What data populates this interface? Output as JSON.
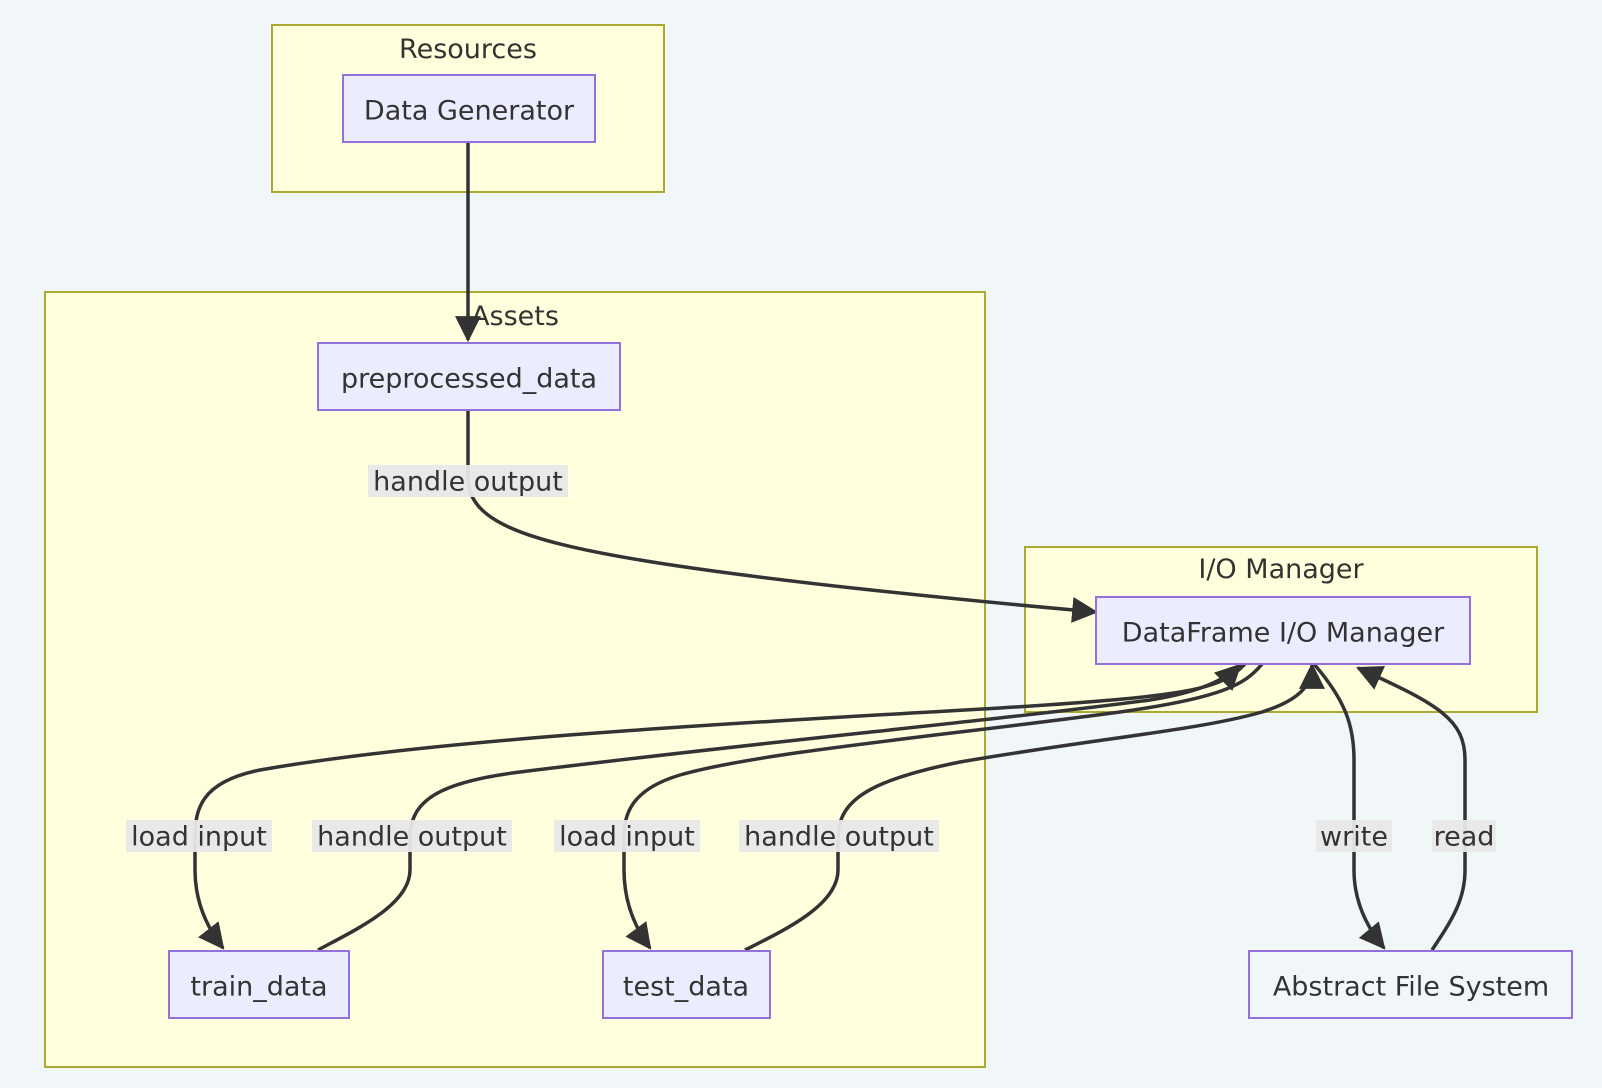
{
  "colors": {
    "background": "#f1f6f9",
    "cluster_fill": "#ffffde",
    "cluster_stroke": "#aaaa33",
    "node_fill": "#ececff",
    "node_stroke": "#9370db",
    "edge": "#333333",
    "edge_label_bg": "#e8e8e8"
  },
  "clusters": {
    "resources": {
      "title": "Resources"
    },
    "assets": {
      "title": "Assets"
    },
    "io_manager": {
      "title": "I/O Manager"
    }
  },
  "nodes": {
    "data_generator": {
      "label": "Data Generator"
    },
    "preprocessed_data": {
      "label": "preprocessed_data"
    },
    "train_data": {
      "label": "train_data"
    },
    "test_data": {
      "label": "test_data"
    },
    "dataframe_io_manager": {
      "label": "DataFrame I/O Manager"
    },
    "abstract_file_system": {
      "label": "Abstract File System"
    }
  },
  "edges": [
    {
      "from": "Data Generator",
      "to": "preprocessed_data",
      "label": ""
    },
    {
      "from": "preprocessed_data",
      "to": "DataFrame I/O Manager",
      "label": "handle output"
    },
    {
      "from": "DataFrame I/O Manager",
      "to": "train_data",
      "label": "load input"
    },
    {
      "from": "train_data",
      "to": "DataFrame I/O Manager",
      "label": "handle output"
    },
    {
      "from": "DataFrame I/O Manager",
      "to": "test_data",
      "label": "load input"
    },
    {
      "from": "test_data",
      "to": "DataFrame I/O Manager",
      "label": "handle output"
    },
    {
      "from": "DataFrame I/O Manager",
      "to": "Abstract File System",
      "label": "write"
    },
    {
      "from": "Abstract File System",
      "to": "DataFrame I/O Manager",
      "label": "read"
    }
  ]
}
